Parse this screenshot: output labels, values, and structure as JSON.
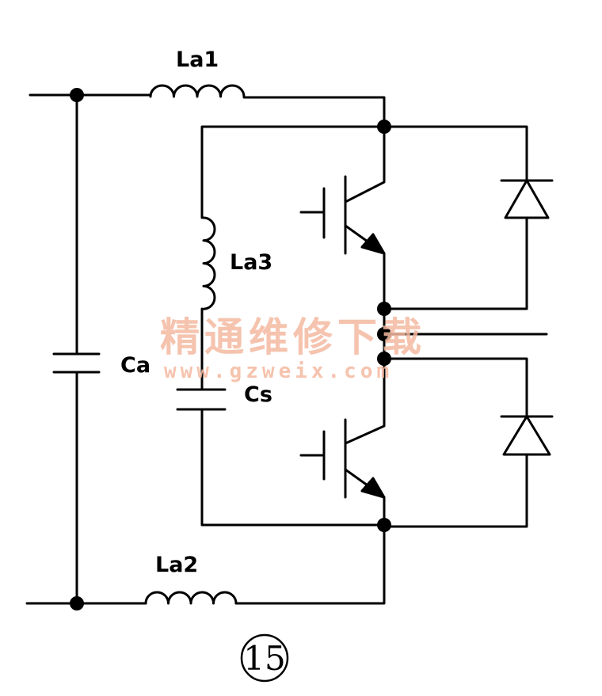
{
  "labels": {
    "la1": "La1",
    "la2": "La2",
    "la3": "La3",
    "ca": "Ca",
    "cs": "Cs"
  },
  "watermark": {
    "chinese": "精通维修下载",
    "url": "www.gzweix.com",
    "color": "#f4b9a0"
  },
  "figure_number": "15",
  "colors": {
    "line": "#000000",
    "background": "#ffffff"
  }
}
